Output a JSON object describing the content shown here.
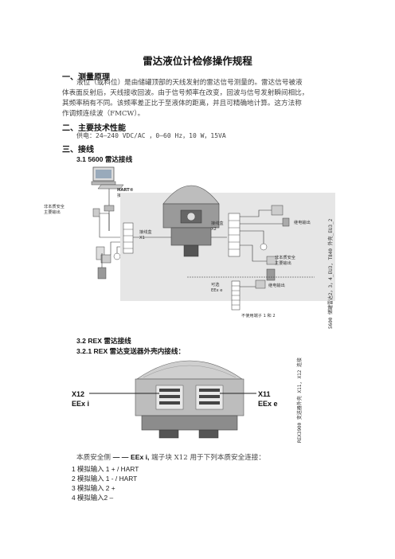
{
  "title": "雷达液位计检修操作规程",
  "sections": {
    "s1_heading": "一、测量原理",
    "s1_lines": [
      "液位（或料位）是由储罐顶部的天线发射的雷达信号测量的。雷达信号被液",
      "体表面反射后，天线接收回波。由于信号频率在改变，回波与信号发射瞬间相比，",
      "其频率稍有不同。该频率差正比于至液体的距离，并且可精确地计算。这方法称",
      "作调频连续波（FMCW）。"
    ],
    "s2_heading": "二、主要技术性能",
    "s2_line": "供电：24—240 VDC/AC ，0—60 Hz，10 W，15VA",
    "s3_heading": "三、接线",
    "s31_heading": "3.1    5600 雷达接线",
    "s32_heading": "3.2    REX 雷达接线",
    "s321_heading": "3.2.1 REX 雷达变送器外壳内接线：",
    "safe_side": "本质安全侧",
    "safe_side_dash": "— —",
    "safe_side_code": "EEx i,",
    "safe_side_rest": " 端子块  X12  用于下列本质安全连接：",
    "items": [
      "1  模拟输入  1 + / HART",
      "2  模拟输入  1 - / HART",
      "3  模拟输入  2 +",
      "4  模拟输入2 –"
    ]
  },
  "fig1": {
    "hart_label": "HART®",
    "hart_label2": "接口",
    "non_is_label": "非本质安全",
    "non_is_label2": "主要输出",
    "junction_box_x1": "接线盒",
    "junction_box_x1_code": "X1",
    "junction_box_x2": "接线盒",
    "junction_box_x2_code": "X2",
    "relay_output": "继电输出",
    "nonsafe_main": "非本质安全",
    "nonsafe_main2": "主要输出",
    "eexe_label": "可选",
    "eexe_label2": "EEx e",
    "relay_output2": "继电输出",
    "unused_terminals": "不使用端子 1 和 2",
    "side_caption": "5600 储罐雷达2，3，4_EU3, T840 外壳_EU3_2"
  },
  "fig2": {
    "x12": "X12",
    "x12_sub": "EEx i",
    "x11": "X11",
    "x11_sub": "EEx e",
    "side_caption": "REX3900 变送器外壳 X11, X12 连接"
  }
}
